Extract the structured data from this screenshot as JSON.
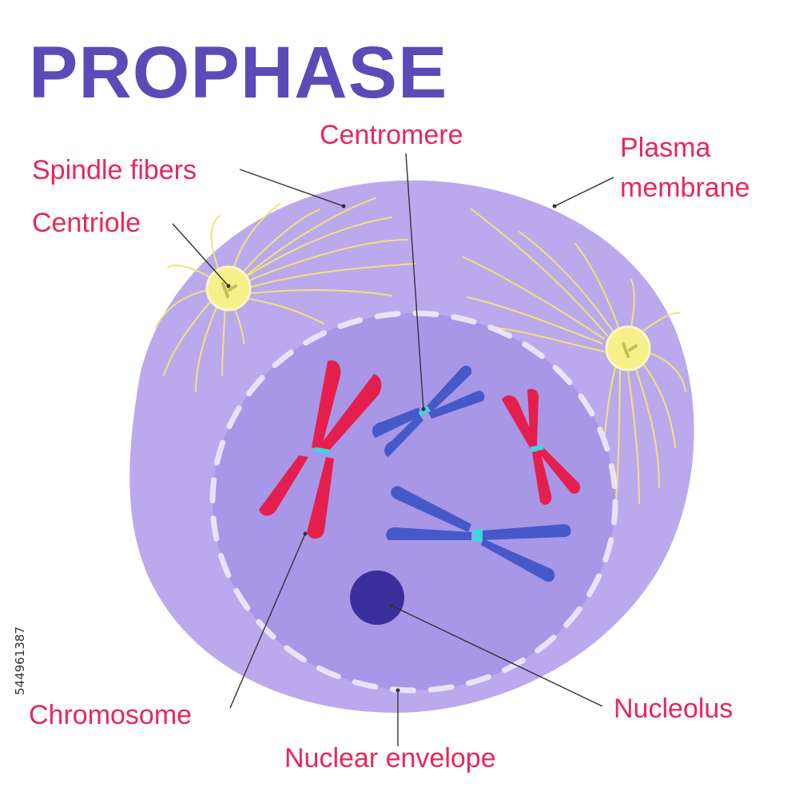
{
  "title": "PROPHASE",
  "labels": {
    "centromere": "Centromere",
    "plasma_membrane_line1": "Plasma",
    "plasma_membrane_line2": "membrane",
    "spindle_fibers": "Spindle fibers",
    "centriole": "Centriole",
    "chromosome": "Chromosome",
    "nucleolus": "Nucleolus",
    "nuclear_envelope": "Nuclear envelope"
  },
  "stock_id": "544961387",
  "colors": {
    "title": "#5b4bb8",
    "label": "#e8275a",
    "cell": "#bba9ee",
    "nucleus": "#a896e6",
    "envelope": "#e9e3fa",
    "fiber": "#f2e27a",
    "centriole": "#f7f08a",
    "chromosome_red": "#e41f4d",
    "chromosome_blue": "#4659c9",
    "centromere": "#3fd6dd",
    "nucleolus": "#3b2f9e",
    "leader": "#333333"
  }
}
